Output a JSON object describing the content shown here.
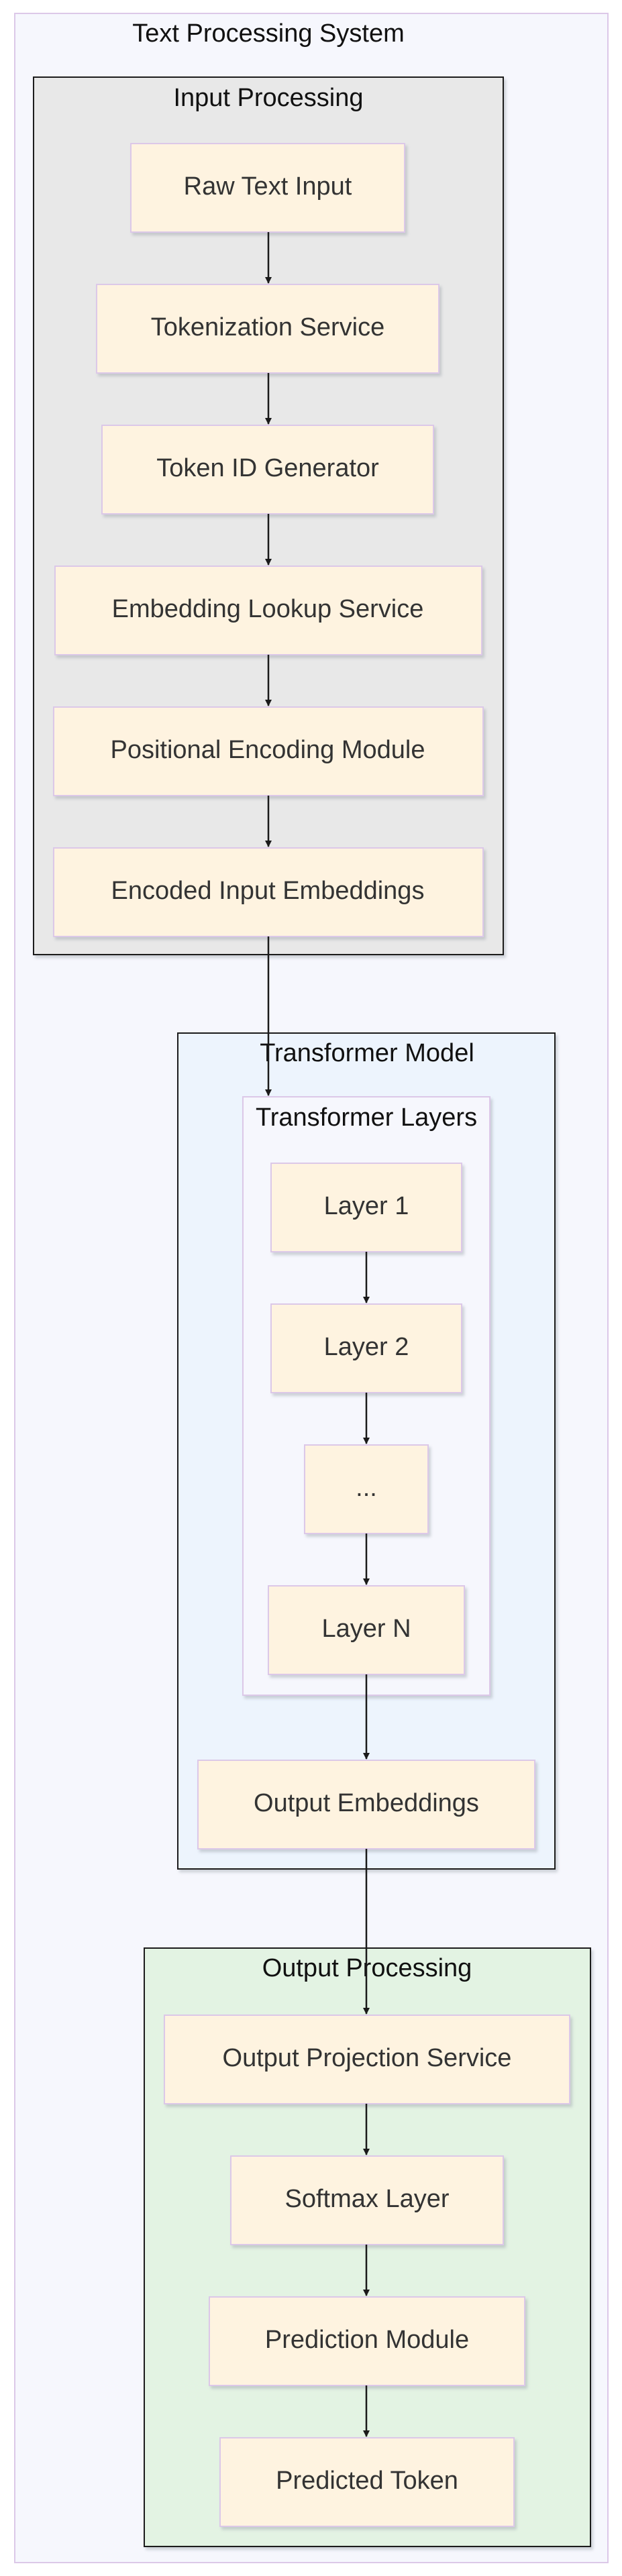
{
  "title": "Text Processing System",
  "groups": {
    "input": {
      "title": "Input Processing"
    },
    "transformer": {
      "title": "Transformer Model"
    },
    "layers": {
      "title": "Transformer Layers"
    },
    "output": {
      "title": "Output Processing"
    }
  },
  "nodes": {
    "raw_text_input": "Raw Text Input",
    "tokenization_service": "Tokenization Service",
    "token_id_generator": "Token ID Generator",
    "embedding_lookup_service": "Embedding Lookup Service",
    "positional_encoding_module": "Positional Encoding Module",
    "encoded_input_embeddings": "Encoded Input Embeddings",
    "layer_1": "Layer 1",
    "layer_2": "Layer 2",
    "layer_ellipsis": "...",
    "layer_n": "Layer N",
    "output_embeddings": "Output Embeddings",
    "output_projection_service": "Output Projection Service",
    "softmax_layer": "Softmax Layer",
    "prediction_module": "Prediction Module",
    "predicted_token": "Predicted Token"
  },
  "edges": [
    [
      "raw_text_input",
      "tokenization_service"
    ],
    [
      "tokenization_service",
      "token_id_generator"
    ],
    [
      "token_id_generator",
      "embedding_lookup_service"
    ],
    [
      "embedding_lookup_service",
      "positional_encoding_module"
    ],
    [
      "positional_encoding_module",
      "encoded_input_embeddings"
    ],
    [
      "encoded_input_embeddings",
      "transformer_layers"
    ],
    [
      "layer_1",
      "layer_2"
    ],
    [
      "layer_2",
      "layer_ellipsis"
    ],
    [
      "layer_ellipsis",
      "layer_n"
    ],
    [
      "layer_n",
      "output_embeddings"
    ],
    [
      "output_embeddings",
      "output_projection_service"
    ],
    [
      "output_projection_service",
      "softmax_layer"
    ],
    [
      "softmax_layer",
      "prediction_module"
    ],
    [
      "prediction_module",
      "predicted_token"
    ]
  ],
  "colors": {
    "outer_fill": "#f6f7fd",
    "outer_stroke": "#dcc8e8",
    "input_fill": "#e8e8e8",
    "transformer_fill": "#edf4fd",
    "layers_fill": "#f6f7fd",
    "output_fill": "#e3f3e3",
    "node_fill": "#fef3e0",
    "node_stroke": "#dcc8e8",
    "edge": "#1a1a1a"
  }
}
